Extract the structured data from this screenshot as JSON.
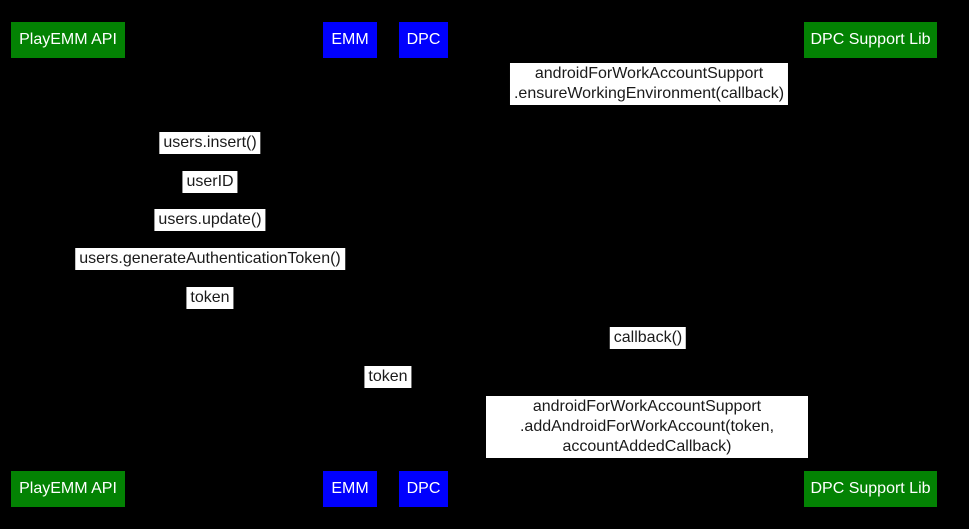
{
  "diagram": {
    "background_color": "#000000",
    "label_background_color": "#ffffff",
    "label_text_color": "#1a1a1a",
    "participants": [
      {
        "label": "PlayEMM API",
        "color": "#038203"
      },
      {
        "label": "EMM",
        "color": "#0000fe"
      },
      {
        "label": "DPC",
        "color": "#0000fe"
      },
      {
        "label": "DPC Support Lib",
        "color": "#038203"
      }
    ],
    "messages": [
      {
        "text": "androidForWorkAccountSupport\n.ensureWorkingEnvironment(callback)"
      },
      {
        "text": "users.insert()"
      },
      {
        "text": "userID"
      },
      {
        "text": "users.update()"
      },
      {
        "text": "users.generateAuthenticationToken()"
      },
      {
        "text": "token"
      },
      {
        "text": "callback()"
      },
      {
        "text": "token"
      },
      {
        "text": "androidForWorkAccountSupport\n.addAndroidForWorkAccount(token, accountAddedCallback)"
      }
    ]
  }
}
